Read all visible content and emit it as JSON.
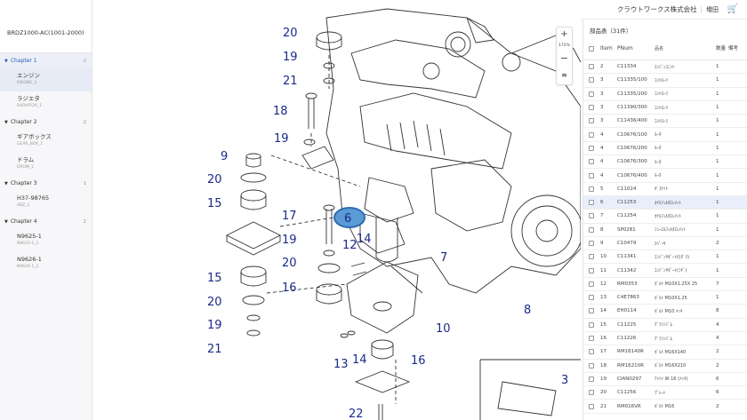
{
  "sidebar": {
    "model_title": "BRDZ1000-AC(1001-2000)",
    "chapters": [
      {
        "label": "Chapter 1",
        "count": "2",
        "parts": [
          {
            "name": "エンジン",
            "code": "ENGINE_1"
          },
          {
            "name": "ラジエタ",
            "code": "RADIATOR_1"
          }
        ]
      },
      {
        "label": "Chapter 2",
        "count": "2",
        "parts": [
          {
            "name": "ギアボックス",
            "code": "GEAR_BOX_1"
          },
          {
            "name": "ドラム",
            "code": "DRUM_1"
          }
        ]
      },
      {
        "label": "Chapter 3",
        "count": "1",
        "parts": [
          {
            "name": "H37-98765",
            "code": "ABZ_1"
          }
        ]
      },
      {
        "label": "Chapter 4",
        "count": "2",
        "parts": [
          {
            "name": "N9625-1",
            "code": "N9625-1_1"
          },
          {
            "name": "N9626-1",
            "code": "N9626-1_1"
          }
        ]
      }
    ]
  },
  "topbar": {
    "company": "クラウトワークス株式会社",
    "separator": "|",
    "user": "増田"
  },
  "zoom": {
    "plus": "+",
    "level": "172%",
    "minus": "−",
    "list": "≡"
  },
  "diagram": {
    "callouts": [
      {
        "n": "20"
      },
      {
        "n": "19"
      },
      {
        "n": "21"
      },
      {
        "n": "18"
      },
      {
        "n": "19"
      },
      {
        "n": "9"
      },
      {
        "n": "20"
      },
      {
        "n": "15"
      },
      {
        "n": "17"
      },
      {
        "n": "6"
      },
      {
        "n": "14"
      },
      {
        "n": "19"
      },
      {
        "n": "12"
      },
      {
        "n": "7"
      },
      {
        "n": "20"
      },
      {
        "n": "15"
      },
      {
        "n": "16"
      },
      {
        "n": "20"
      },
      {
        "n": "19"
      },
      {
        "n": "21"
      },
      {
        "n": "10"
      },
      {
        "n": "8"
      },
      {
        "n": "13"
      },
      {
        "n": "14"
      },
      {
        "n": "16"
      },
      {
        "n": "3"
      },
      {
        "n": "22"
      }
    ]
  },
  "bom": {
    "title": "部品表（31件）",
    "headers": {
      "item": "Item",
      "pnum": "PNum",
      "name": "品名",
      "qty": "数量",
      "note": "備考"
    },
    "rows": [
      {
        "item": "2",
        "pnum": "C11334",
        "name": "ｴﾝｼﾞﾝﾕﾆｯﾄ",
        "qty": "1"
      },
      {
        "item": "3",
        "pnum": "C11335/100",
        "name": "ｺﾝﾄﾛｰﾗ",
        "qty": "1"
      },
      {
        "item": "3",
        "pnum": "C11335/200",
        "name": "ｺﾝﾄﾛｰﾗ",
        "qty": "1"
      },
      {
        "item": "3",
        "pnum": "C11390/300",
        "name": "ｺﾝﾄﾛｰﾗ",
        "qty": "1"
      },
      {
        "item": "3",
        "pnum": "C11436/400",
        "name": "ｺﾝﾄﾛｰﾗ",
        "qty": "1"
      },
      {
        "item": "4",
        "pnum": "C10676/100",
        "name": "ﾓｰﾀ",
        "qty": "1"
      },
      {
        "item": "4",
        "pnum": "C10676/200",
        "name": "ﾓｰﾀ",
        "qty": "1"
      },
      {
        "item": "4",
        "pnum": "C10676/300",
        "name": "ﾓｰﾀ",
        "qty": "1"
      },
      {
        "item": "4",
        "pnum": "C10676/400",
        "name": "ﾓｰﾀ",
        "qty": "1"
      },
      {
        "item": "5",
        "pnum": "C11024",
        "name": "ｶﾞｽｹｯﾄ",
        "qty": "1"
      },
      {
        "item": "6",
        "pnum": "C11253",
        "name": "ｵｲﾙﾌｨﾙﾀｴﾚﾒﾝﾄ",
        "qty": "1",
        "active": true
      },
      {
        "item": "7",
        "pnum": "C11254",
        "name": "ｵｲﾙﾌｨﾙﾀｴﾚﾒﾝﾄ",
        "qty": "1"
      },
      {
        "item": "8",
        "pnum": "SP0281",
        "name": "ﾌｭｰｴﾙﾌｨﾙﾀｴﾚﾒﾝﾄ",
        "qty": "1"
      },
      {
        "item": "9",
        "pnum": "C10479",
        "name": "ｽﾍﾟｰｻ",
        "qty": "2"
      },
      {
        "item": "10",
        "pnum": "C11341",
        "name": "ｴﾝｼﾞﾝｻﾎﾟｰﾄ(ﾋﾀﾞﾘ)",
        "qty": "1"
      },
      {
        "item": "11",
        "pnum": "C11342",
        "name": "ｴﾝｼﾞﾝｻﾎﾟｰﾄ(ﾐｷﾞ)",
        "qty": "1"
      },
      {
        "item": "12",
        "pnum": "RM0353",
        "name": "ﾎﾞﾙﾄ M10X1.25X 25",
        "qty": "7"
      },
      {
        "item": "13",
        "pnum": "C4E7863",
        "name": "ﾎﾞﾙﾄ M10X1.25",
        "qty": "1"
      },
      {
        "item": "14",
        "pnum": "EH0114",
        "name": "ﾎﾞﾙﾄ M10 ﾒｯｷ",
        "qty": "8"
      },
      {
        "item": "15",
        "pnum": "C11225",
        "name": "ｸﾞﾗｼﾝｼﾞﾑ",
        "qty": "4"
      },
      {
        "item": "16",
        "pnum": "C11226",
        "name": "ｸﾞﾗｼﾝｼﾞﾑ",
        "qty": "4"
      },
      {
        "item": "17",
        "pnum": "RM16140R",
        "name": "ﾎﾞﾙﾄ M16X140",
        "qty": "2"
      },
      {
        "item": "18",
        "pnum": "RM16210R",
        "name": "ﾎﾞﾙﾄ M16X210",
        "qty": "2"
      },
      {
        "item": "19",
        "pnum": "CIAN0297",
        "name": "ﾜｯｼｬ W 16 (ﾒｯｷ)",
        "qty": "6"
      },
      {
        "item": "20",
        "pnum": "C11256",
        "name": "ﾌﾟﾚｰﾄ",
        "qty": "6"
      },
      {
        "item": "21",
        "pnum": "RM016VR",
        "name": "ﾎﾞﾙﾄ M16",
        "qty": "2"
      }
    ]
  }
}
